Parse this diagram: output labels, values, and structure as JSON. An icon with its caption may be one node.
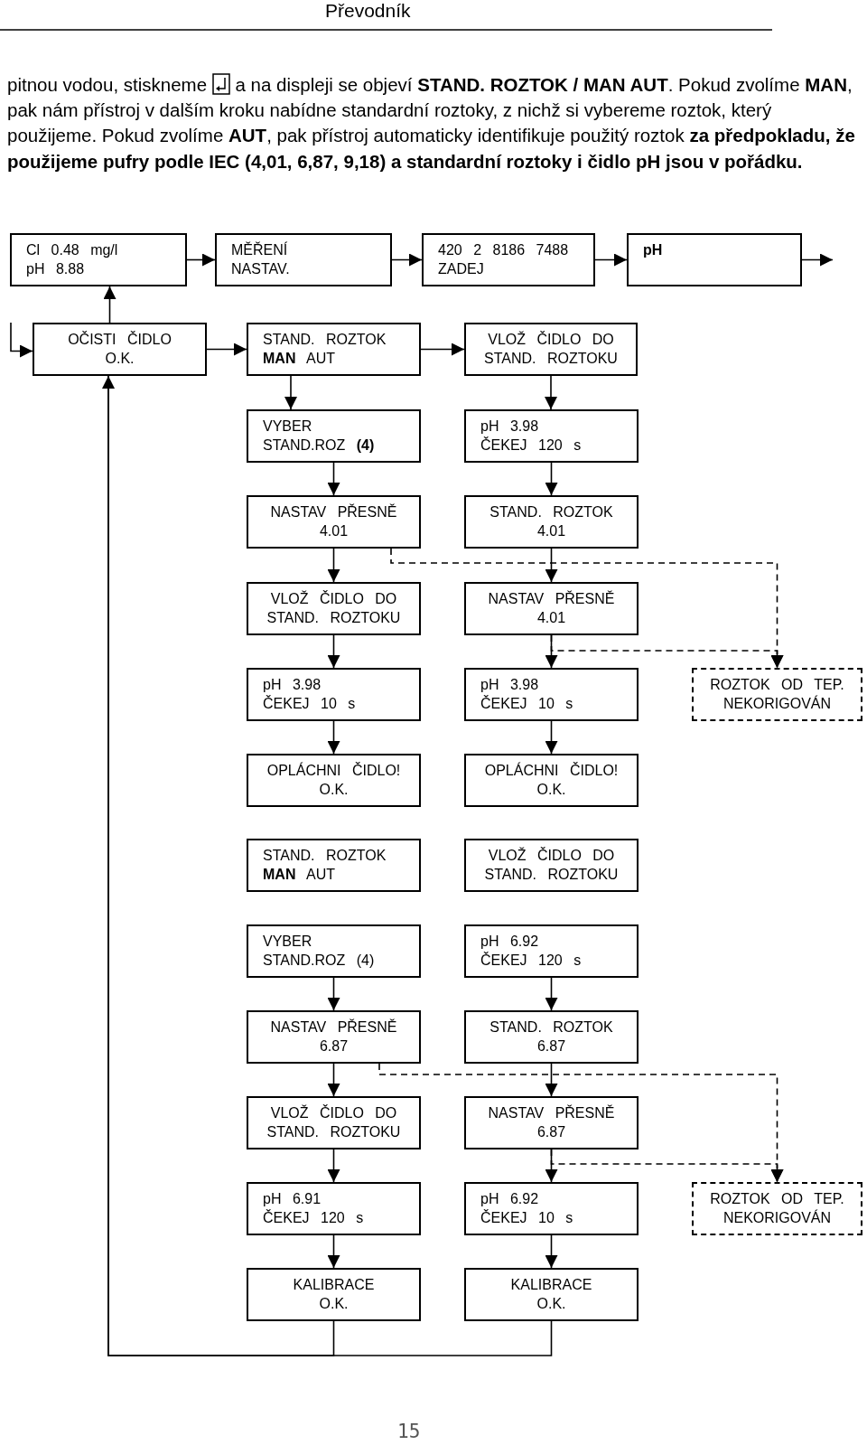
{
  "diagram": {
    "nodes": [
      {
        "text": [
          "Cl 0.48 mg/l",
          "pH 8.88"
        ]
      },
      {
        "text": [
          "MĚŘENÍ",
          "NASTAV."
        ]
      },
      {
        "text": [
          "420 2 8186 7488",
          "ZADEJ"
        ]
      },
      {
        "text": [
          "pH"
        ]
      },
      {
        "text": [
          "OČISTI ČIDLO",
          "O.K."
        ]
      },
      {
        "text": [
          "STAND. ROZTOK",
          "**MAN** AUT"
        ]
      },
      {
        "text": [
          "VLOŽ ČIDLO DO",
          "STAND. ROZTOKU"
        ]
      },
      {
        "text": [
          "VYBER",
          "STAND.ROZ **(4)**"
        ]
      },
      {
        "text": [
          "pH 3.98",
          "ČEKEJ 120 s"
        ]
      },
      {
        "text": [
          "NASTAV PŘESNĚ",
          "4.01"
        ]
      },
      {
        "text": [
          "STAND. ROZTOK",
          "4.01"
        ]
      },
      {
        "text": [
          "VLOŽ ČIDLO DO",
          "STAND. ROZTOKU"
        ]
      },
      {
        "text": [
          "NASTAV PŘESNĚ",
          "4.01"
        ]
      },
      {
        "text": [
          "pH 3.98",
          "ČEKEJ 10 s"
        ]
      },
      {
        "text": [
          "pH 3.98",
          "ČEKEJ 10 s"
        ]
      },
      {
        "text": [
          "ROZTOK OD TEP.",
          "NEKORIGOVÁN"
        ]
      },
      {
        "text": [
          "OPLÁCHNI ČIDLO!",
          "O.K."
        ]
      },
      {
        "text": [
          "OPLÁCHNI ČIDLO!",
          "O.K."
        ]
      },
      {
        "text": [
          "STAND. ROZTOK",
          "**MAN** AUT"
        ]
      },
      {
        "text": [
          "VLOŽ ČIDLO DO",
          "STAND. ROZTOKU"
        ]
      },
      {
        "text": [
          "VYBER",
          "STAND.ROZ (4)"
        ]
      },
      {
        "text": [
          "pH 6.92",
          "ČEKEJ 120 s"
        ]
      },
      {
        "text": [
          "NASTAV PŘESNĚ",
          "6.87"
        ]
      },
      {
        "text": [
          "STAND. ROZTOK",
          "6.87"
        ]
      },
      {
        "text": [
          "VLOŽ ČIDLO DO",
          "STAND. ROZTOKU"
        ]
      },
      {
        "text": [
          "NASTAV PŘESNĚ",
          "6.87"
        ]
      },
      {
        "text": [
          "pH 6.91",
          "ČEKEJ 120 s"
        ]
      },
      {
        "text": [
          "pH 6.92",
          "ČEKEJ 10 s"
        ]
      },
      {
        "text": [
          "ROZTOK OD TEP.",
          "NEKORIGOVÁN"
        ]
      },
      {
        "text": [
          "KALIBRACE",
          "O.K."
        ]
      },
      {
        "text": [
          "KALIBRACE",
          "O.K."
        ]
      }
    ],
    "edges": [
      {
        "from": 0,
        "to": 1,
        "arrow": "to"
      },
      {
        "from": 1,
        "to": 2,
        "arrow": "to"
      },
      {
        "from": 2,
        "to": 3,
        "arrow": "to"
      },
      {
        "from": 3,
        "to": null,
        "arrow": "to"
      },
      {
        "from": null,
        "to": 4,
        "arrow": "to"
      },
      {
        "from": 4,
        "to": 0,
        "arrow": "to"
      },
      {
        "from": 4,
        "to": 5,
        "arrow": "to"
      },
      {
        "from": 5,
        "to": 6,
        "arrow": "to"
      },
      {
        "from": 5,
        "to": 7,
        "arrow": "to"
      },
      {
        "from": 6,
        "to": 8,
        "arrow": "to"
      },
      {
        "from": 7,
        "to": 9,
        "arrow": "to"
      },
      {
        "from": 8,
        "to": 10,
        "arrow": "to"
      },
      {
        "from": 9,
        "to": 11,
        "arrow": "to"
      },
      {
        "from": 10,
        "to": 12,
        "arrow": "to"
      },
      {
        "from": 11,
        "to": 13,
        "arrow": "to"
      },
      {
        "from": 12,
        "to": 14,
        "arrow": "to"
      },
      {
        "from": 9,
        "to": 15,
        "arrow": "to",
        "style": "dashed"
      },
      {
        "from": 12,
        "to": 15,
        "arrow": "to",
        "style": "dashed"
      },
      {
        "from": 13,
        "to": 16,
        "arrow": "to"
      },
      {
        "from": 14,
        "to": 17,
        "arrow": "to"
      },
      {
        "from": 20,
        "to": 22,
        "arrow": "to"
      },
      {
        "from": 21,
        "to": 23,
        "arrow": "to"
      },
      {
        "from": 22,
        "to": 24,
        "arrow": "to"
      },
      {
        "from": 23,
        "to": 25,
        "arrow": "to"
      },
      {
        "from": 22,
        "to": 28,
        "arrow": "to",
        "style": "dashed"
      },
      {
        "from": 25,
        "to": 28,
        "arrow": "to",
        "style": "dashed"
      },
      {
        "from": 24,
        "to": 26,
        "arrow": "to"
      },
      {
        "from": 25,
        "to": 27,
        "arrow": "to"
      },
      {
        "from": 26,
        "to": 29,
        "arrow": "to"
      },
      {
        "from": 27,
        "to": 30,
        "arrow": "to"
      },
      {
        "from": 29,
        "to": 4,
        "arrow": "to"
      },
      {
        "from": 30,
        "to": 4,
        "arrow": "none"
      }
    ],
    "labels": [
      "Převodník",
      "pitnou vodou, stiskneme",
      "a na displeji se objeví **STAND. ROZTOK / MAN AUT**. Pokud zvolíme **MAN**, pak nám přístroj v dalším kroku nabídne standardní roztoky, z nichž si vybereme roztok, který použijeme. Pokud zvolíme **AUT**, pak přístroj automaticky identifikuje použitý roztok **za předpokladu, že použijeme pufry podle IEC (4,01, 6,87, 9,18) a standardní roztoky i čidlo pH jsou v pořádku.**",
      "15"
    ]
  }
}
